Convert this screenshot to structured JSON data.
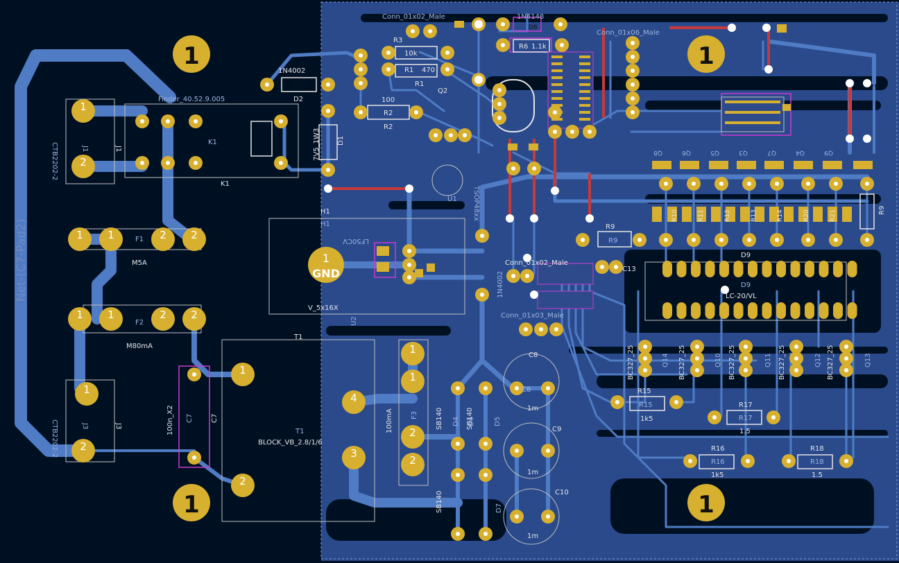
{
  "view": {
    "net_label": "Net-(C7-Pad2)",
    "gnd_pad": {
      "num": "1",
      "net": "GND"
    }
  },
  "colors": {
    "background": "#001023",
    "copper_plane": "#2a4a8c",
    "copper_track": "#4f7cc4",
    "pad": "#d8b030",
    "drill": "#ffffff",
    "silkscreen": "#e6e6e6",
    "courtyard": "#cc3bd0",
    "via_track_red": "#c83a3a",
    "fab_outline": "#c0c0c0"
  },
  "labels": {
    "conn_top": "Conn_01x02_Male",
    "diode_1n4148": "1N4148",
    "d8": "D8",
    "conn_01x06": "Conn_01x06_Male",
    "r3": "R3",
    "r3_val": "10k",
    "r1": "R1",
    "r1_val": "470",
    "r1_ref": "R1",
    "r6": "R6",
    "r6_val": "1.1k",
    "d2_part": "1N4002",
    "d2": "D2",
    "relay": "Finder_40.52.9.005",
    "k1": "K1",
    "k1_ref": "K1",
    "r2_val": "100",
    "r2": "R2",
    "r2_ref": "R2",
    "q2": "Q2",
    "d1_val": "7V5_1W3",
    "d1": "D1",
    "u1_part": "TSOP48xx",
    "u1": "U1",
    "j1_part": "CTB2202-2",
    "j1": "J1",
    "f1": "F1",
    "f1_val": "M5A",
    "f2": "F2",
    "f2_val": "M80mA",
    "j3_part": "CTB2202-2",
    "j3": "J3",
    "h1": "H1",
    "h1_ref": "H1",
    "lf50": "LF50CV",
    "u2": "U2",
    "v5": "V_5x16X",
    "t1": "T1",
    "t1_ref": "T1",
    "t1_part": "BLOCK_VB_2.8/1/6",
    "c7": "C7",
    "c7_val": "100n_X2",
    "f3": "F3",
    "f3_val": "100mA",
    "conn_mid": "Conn_01x02_Male",
    "conn_mid2": "Conn_01x03_Male",
    "d_1n4002_b": "1N4002",
    "c13": "C13",
    "r9": "R9",
    "r9_side": "R9",
    "d9": "D9",
    "d9_ref": "D9",
    "lcd": "LC-20/VL",
    "r15": "R15",
    "r15_ref": "R15",
    "r15_val": "1k5",
    "r17": "R17",
    "r17_ref": "R17",
    "r17_val": "1.5",
    "r16": "R16",
    "r16_ref": "R16",
    "r16_val": "1k5",
    "r18": "R18",
    "r18_ref": "R18",
    "r18_val": "1.5",
    "c8": "C8",
    "c9": "C9",
    "c10": "C10",
    "cap_val": "1m",
    "d4": "D4",
    "d5": "D5",
    "d6": "D6",
    "d7": "D7",
    "sb140": "SB140",
    "q14": "Q14",
    "q10": "Q10",
    "q11": "Q11",
    "q12": "Q12",
    "q13": "Q13",
    "bc": "BC327_25",
    "r_row": [
      "R10",
      "R11",
      "R12",
      "R13",
      "R14",
      "R20",
      "R21"
    ],
    "q_row": [
      "Q8",
      "Q6",
      "Q5",
      "Q3",
      "Q7",
      "Q4",
      "Q9"
    ],
    "mount_num": "1"
  }
}
